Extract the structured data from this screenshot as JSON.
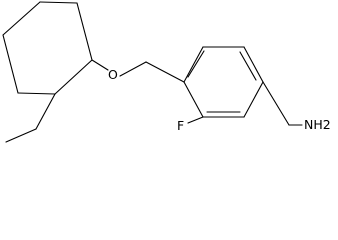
{
  "structure": {
    "atoms": {
      "oxygen": "O",
      "fluorine": "F",
      "amine": "NH2"
    }
  }
}
